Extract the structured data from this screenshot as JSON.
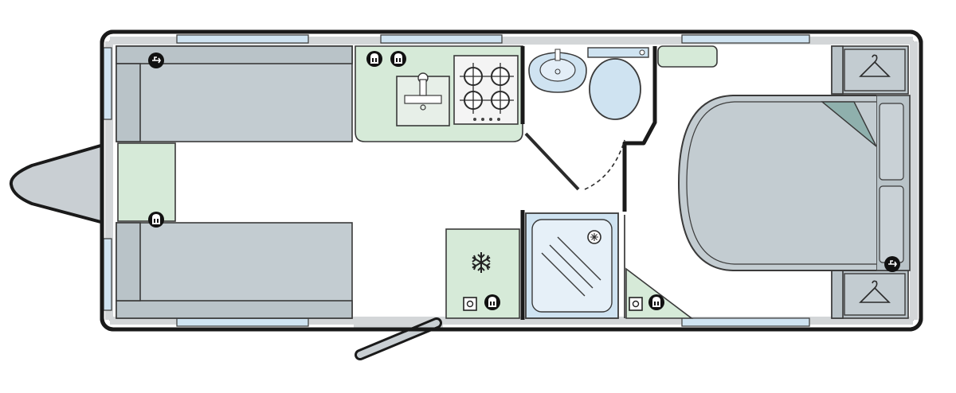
{
  "colors": {
    "wall": "#1a1a1a",
    "seat_fill": "#c3ccd1",
    "unit_fill": "#d6ead8",
    "window_fill": "#cfe3f1",
    "bed_fill": "#c3ccd1",
    "bed_corner": "#8fb0ad"
  },
  "rooms": [
    "front-lounge",
    "kitchen",
    "washroom",
    "shower",
    "fixed-bed-bedroom"
  ],
  "icons": [
    "usb-socket-icon",
    "power-socket-icon",
    "tv-aerial-socket-icon",
    "snowflake-icon",
    "coat-hanger-icon",
    "hob-burner-icon",
    "extractor-fan-icon"
  ]
}
